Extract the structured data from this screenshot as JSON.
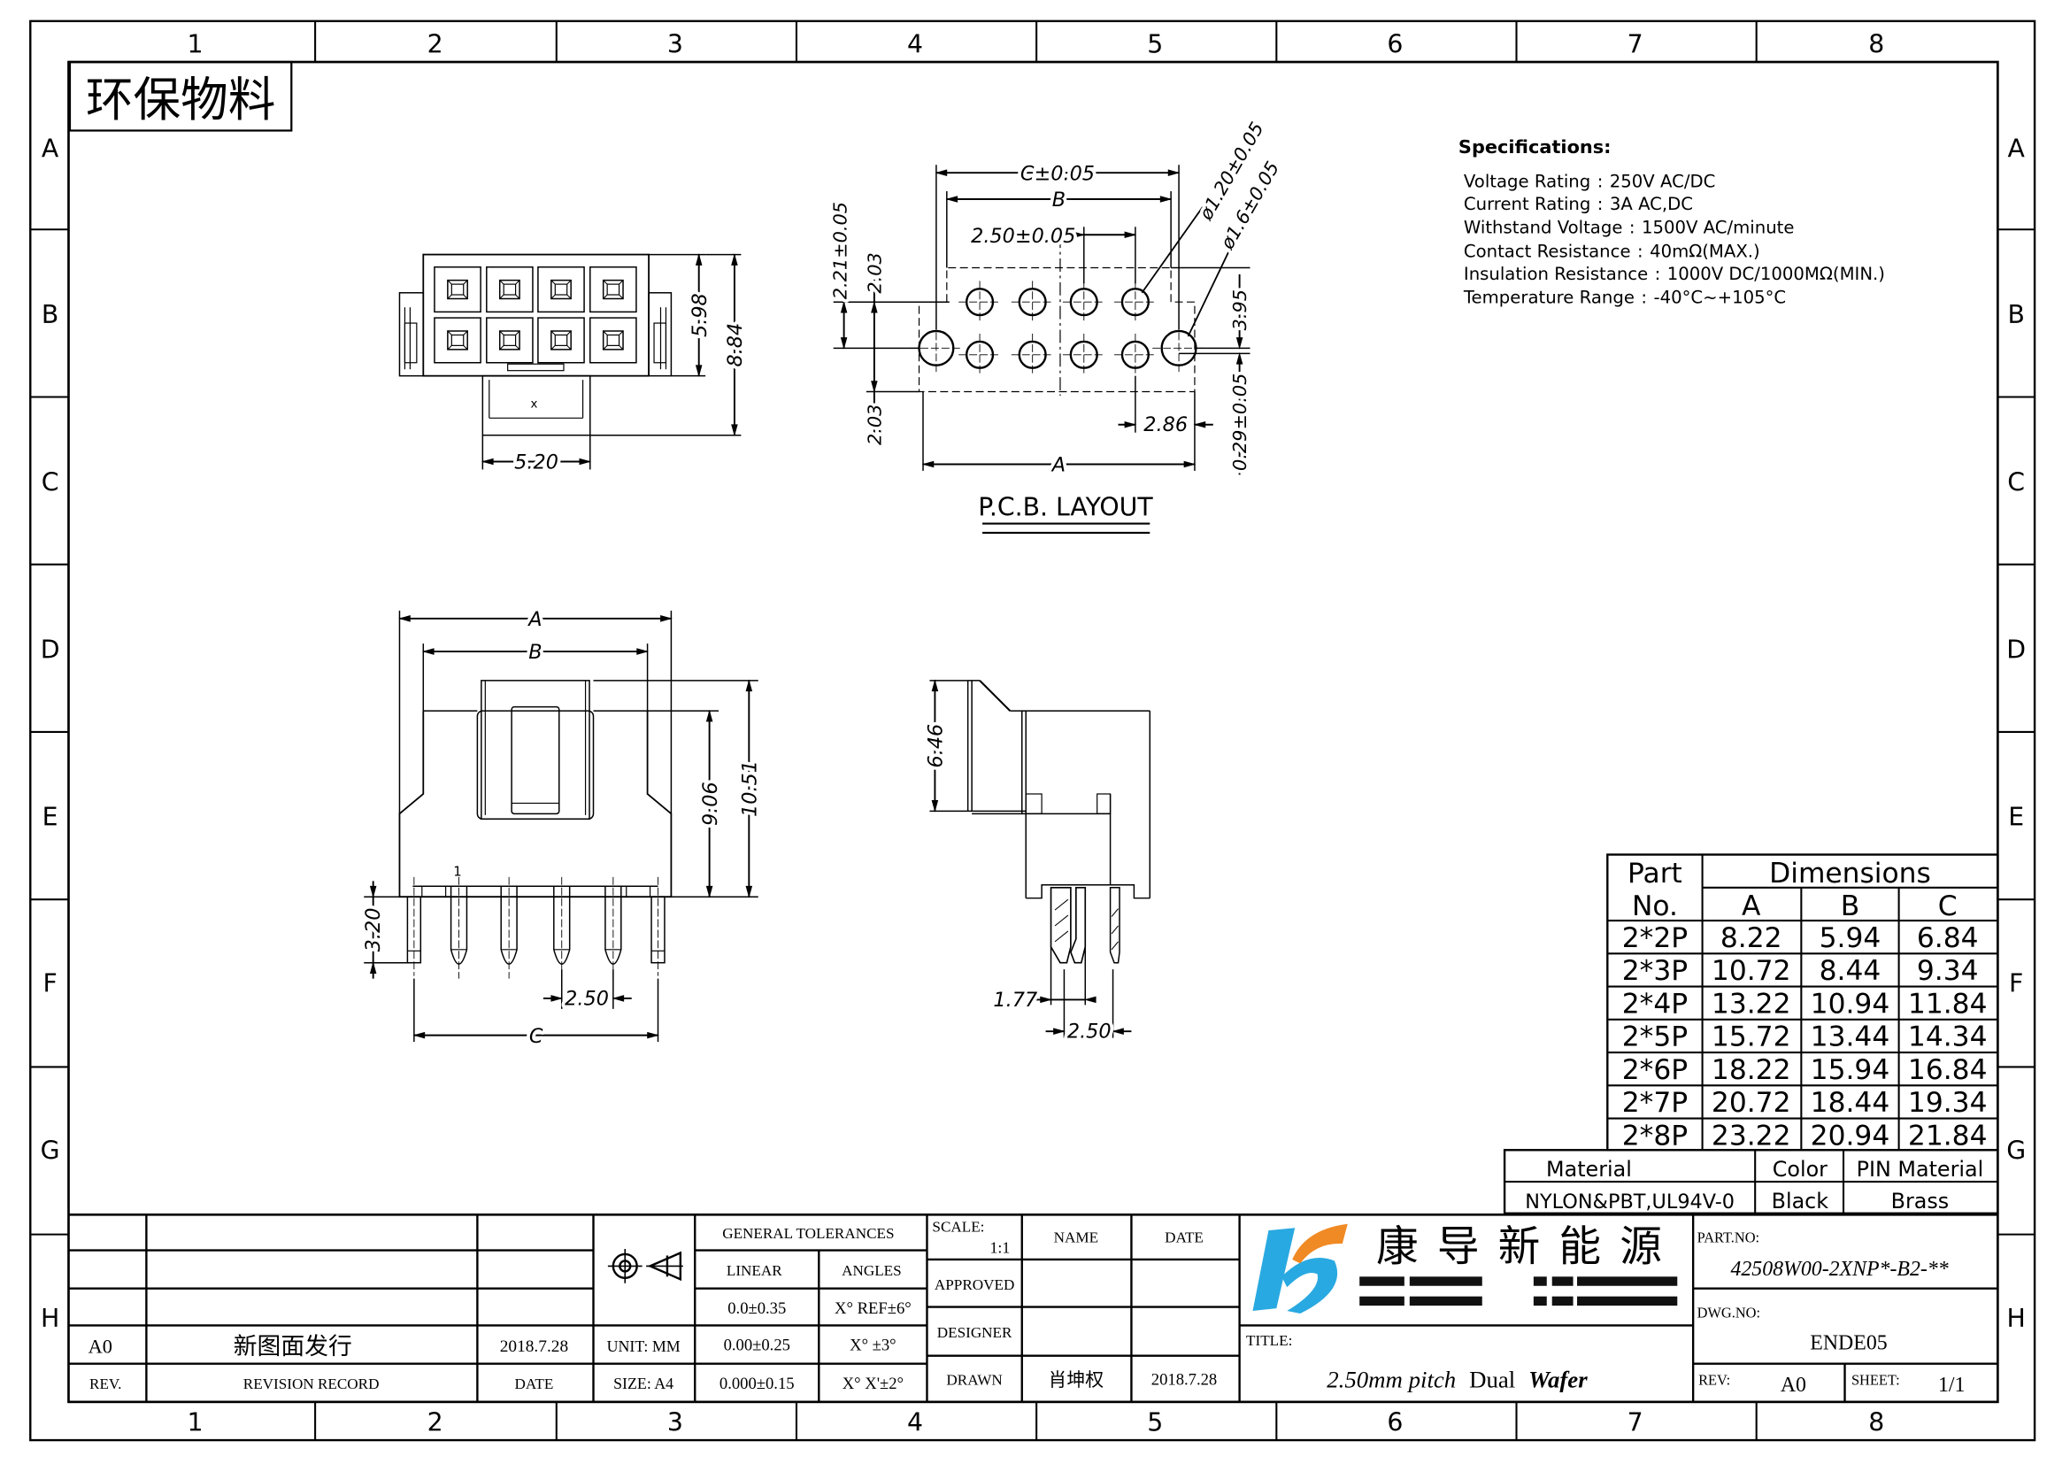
{
  "stamp": "环保物料",
  "grid": {
    "columns": [
      "1",
      "2",
      "3",
      "4",
      "5",
      "6",
      "7",
      "8"
    ],
    "rows": [
      "A",
      "B",
      "C",
      "D",
      "E",
      "F",
      "G",
      "H"
    ]
  },
  "front_view": {
    "mark": "x",
    "height_inner": "5.98",
    "height_total": "8.84",
    "latch_width": "5.20"
  },
  "pcb_layout": {
    "title": "P.C.B. LAYOUT",
    "c": "C±0.05",
    "b": "B",
    "pitch": "2.50±0.05",
    "a": "A",
    "offset": "2.86",
    "row_offset": "2.21±0.05",
    "upper": "2.03",
    "lower": "2.03",
    "peg_height": "3.95",
    "peg_offset": "0.29±0.05",
    "hole_small": "ø1.20±0.05",
    "hole_large": "ø1.6±0.05"
  },
  "side_view": {
    "a": "A",
    "b": "B",
    "c": "C",
    "body_height": "9.06",
    "total_height": "10.51",
    "pin_length": "3.20",
    "pitch": "2.50",
    "pin1": "1"
  },
  "end_view": {
    "height": "6.46",
    "offset": "1.77",
    "pitch": "2.50"
  },
  "specifications": {
    "title": "Specifications:",
    "separator": ":",
    "lines": [
      {
        "label": "Voltage Rating",
        "value": "250V AC/DC"
      },
      {
        "label": "Current Rating",
        "value": "3A AC,DC"
      },
      {
        "label": "Withstand Voltage",
        "value": "1500V AC/minute"
      },
      {
        "label": "Contact Resistance",
        "value": "40mΩ(MAX.)"
      },
      {
        "label": "Insulation Resistance",
        "value": "1000V DC/1000MΩ(MIN.)"
      },
      {
        "label": "Temperature Range",
        "value": "-40°C~+105°C"
      }
    ]
  },
  "dimension_table": {
    "part_header": [
      "Part",
      "No."
    ],
    "dims_header": "Dimensions",
    "columns": [
      "A",
      "B",
      "C"
    ],
    "rows": [
      {
        "part": "2*2P",
        "a": "8.22",
        "b": "5.94",
        "c": "6.84"
      },
      {
        "part": "2*3P",
        "a": "10.72",
        "b": "8.44",
        "c": "9.34"
      },
      {
        "part": "2*4P",
        "a": "13.22",
        "b": "10.94",
        "c": "11.84"
      },
      {
        "part": "2*5P",
        "a": "15.72",
        "b": "13.44",
        "c": "14.34"
      },
      {
        "part": "2*6P",
        "a": "18.22",
        "b": "15.94",
        "c": "16.84"
      },
      {
        "part": "2*7P",
        "a": "20.72",
        "b": "18.44",
        "c": "19.34"
      },
      {
        "part": "2*8P",
        "a": "23.22",
        "b": "20.94",
        "c": "21.84"
      }
    ]
  },
  "material_table": {
    "headers": [
      "Material",
      "Color",
      "PIN  Material"
    ],
    "values": [
      "NYLON&PBT,UL94V-0",
      "Black",
      "Brass"
    ]
  },
  "title_block": {
    "revision": {
      "rev": "A0",
      "record": "新图面发行",
      "date": "2018.7.28",
      "rev_header": "REV.",
      "record_header": "REVISION RECORD",
      "date_header": "DATE"
    },
    "unit": "UNIT: MM",
    "size": "SIZE: A4",
    "tolerances": {
      "title": "GENERAL TOLERANCES",
      "linear": "LINEAR",
      "angles": "ANGLES",
      "rows": [
        [
          "0.0±0.35",
          "X° REF±6°"
        ],
        [
          "0.00±0.25",
          "X° ±3°"
        ],
        [
          "0.000±0.15",
          "X° X'±2°"
        ]
      ]
    },
    "scale_label": "SCALE:",
    "scale": "1:1",
    "name_header": "NAME",
    "date_header": "DATE",
    "approved": "APPROVED",
    "designer": "DESIGNER",
    "drawn": "DRAWN",
    "drawn_name": "肖坤权",
    "drawn_date": "2018.7.28",
    "company": "康 导 新 能 源",
    "title_label": "TITLE:",
    "title_parts": [
      "2.50mm pitch",
      "Dual",
      "Wafer"
    ],
    "part_no_label": "PART.NO:",
    "part_no": "42508W00-2XNP*-B2-**",
    "dwg_no_label": "DWG.NO:",
    "dwg_no": "ENDE05",
    "rev_label": "REV:",
    "rev": "A0",
    "sheet_label": "SHEET:",
    "sheet": "1/1",
    "colors": {
      "logo_blue": "#29a9e1",
      "logo_orange": "#f08a24"
    }
  }
}
